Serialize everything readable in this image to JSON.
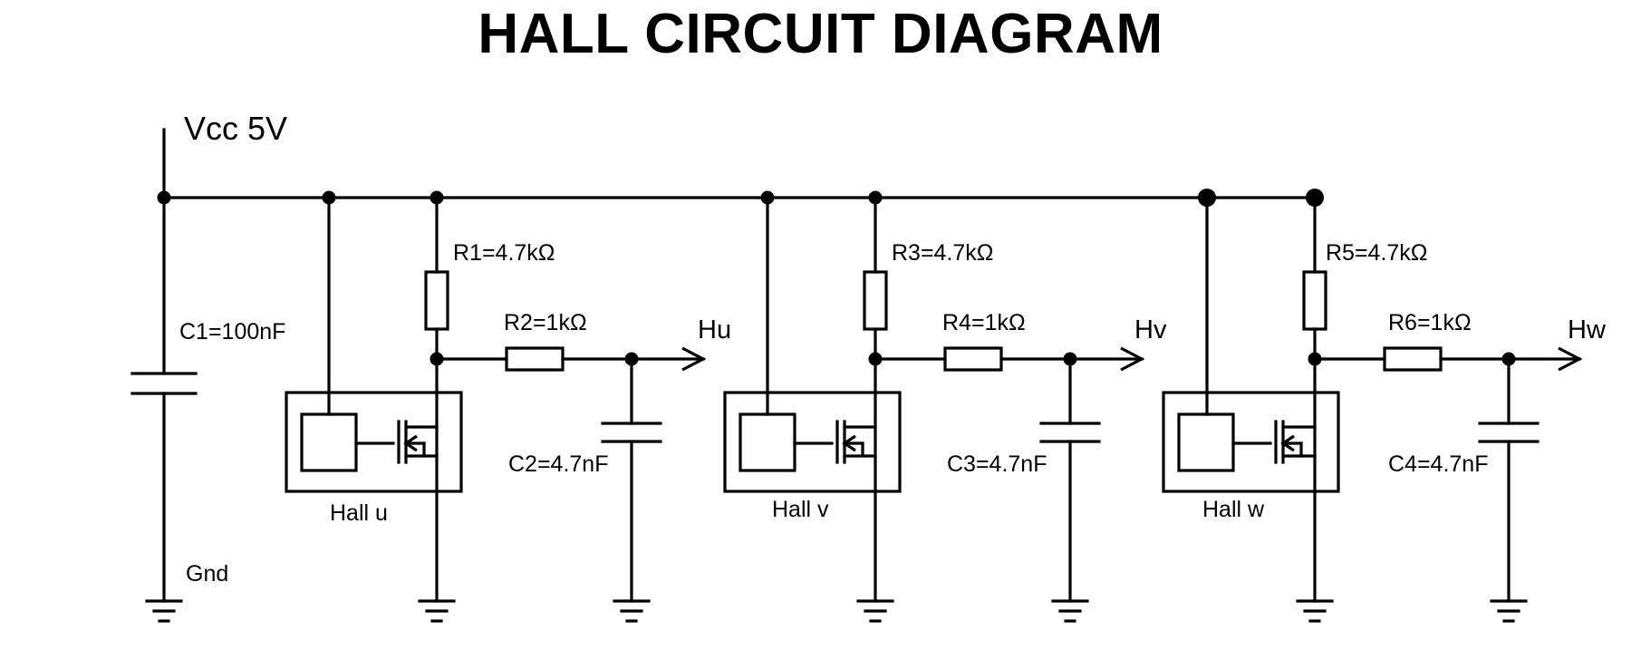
{
  "title": "HALL CIRCUIT DIAGRAM",
  "supply": {
    "vcc_label": "Vcc 5V",
    "gnd_label": "Gnd"
  },
  "components": {
    "c1": "C1=100nF",
    "r1": "R1=4.7kΩ",
    "r2": "R2=1kΩ",
    "c2": "C2=4.7nF",
    "r3": "R3=4.7kΩ",
    "r4": "R4=1kΩ",
    "c3": "C3=4.7nF",
    "r5": "R5=4.7kΩ",
    "r6": "R6=1kΩ",
    "c4": "C4=4.7nF"
  },
  "sensors": {
    "u": "Hall u",
    "v": "Hall v",
    "w": "Hall w"
  },
  "outputs": {
    "hu": "Hu",
    "hv": "Hv",
    "hw": "Hw"
  }
}
